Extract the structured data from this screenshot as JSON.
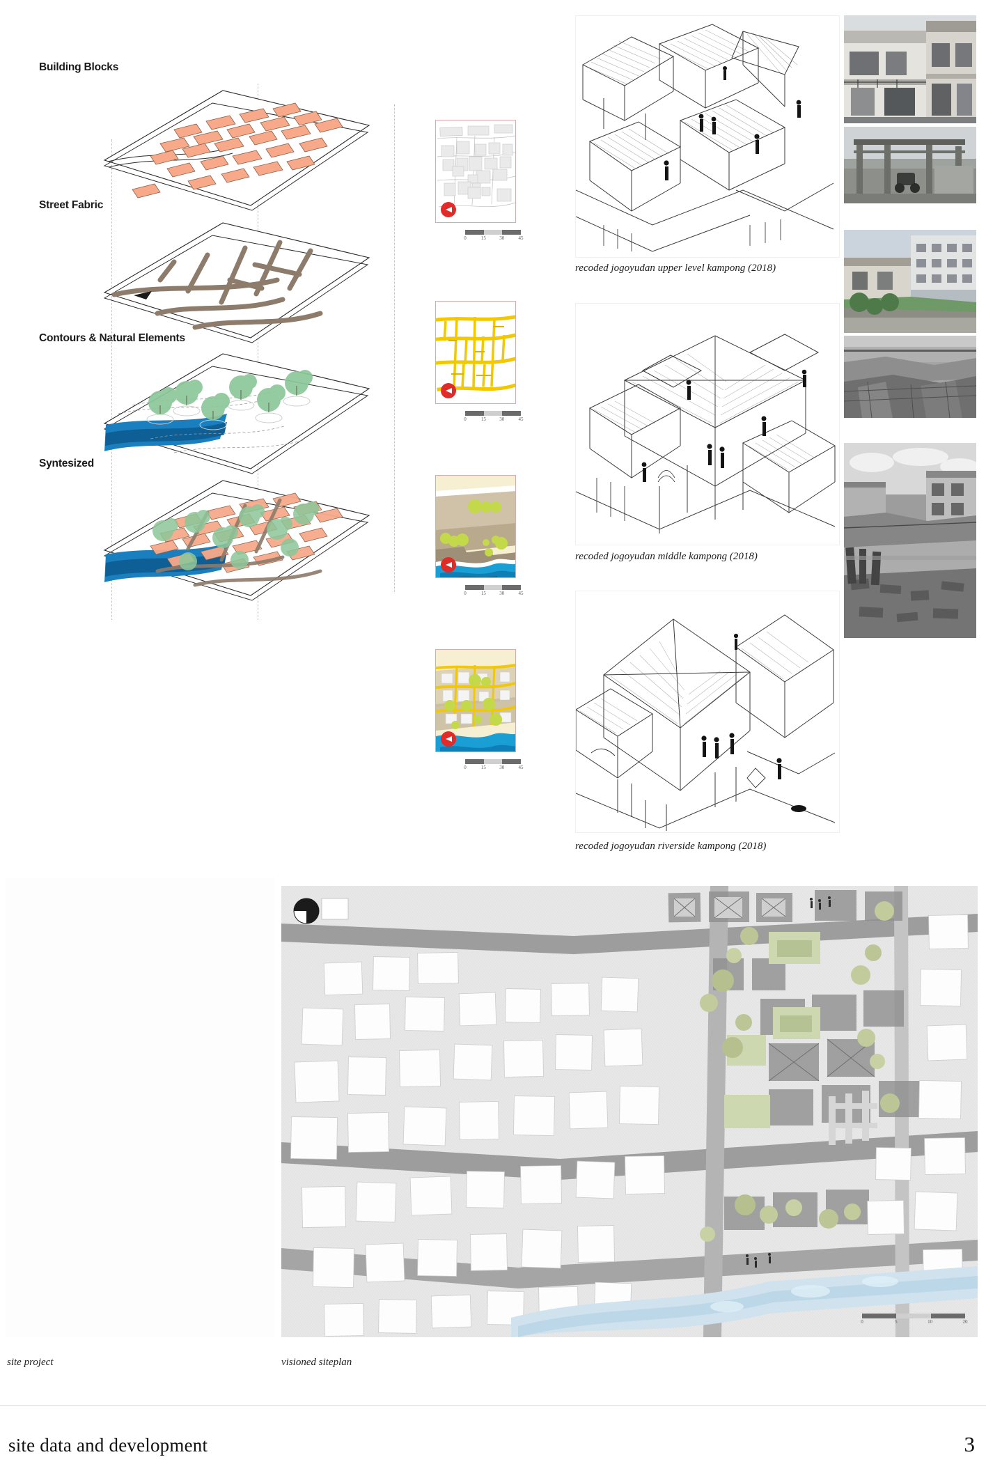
{
  "page": {
    "footer_title": "site data and development",
    "page_number": "3"
  },
  "layers": {
    "items": [
      {
        "id": "building-blocks",
        "label": "Building Blocks"
      },
      {
        "id": "street-fabric",
        "label": "Street Fabric"
      },
      {
        "id": "contours-natural",
        "label": "Contours & Natural Elements"
      },
      {
        "id": "syntesized",
        "label": "Syntesized"
      }
    ]
  },
  "map_cards": [
    {
      "id": "card-building-blocks",
      "scale": {
        "labels": [
          "0",
          "15",
          "30",
          "45"
        ],
        "unit": ""
      },
      "north_icon": "north-arrow-icon"
    },
    {
      "id": "card-street-fabric",
      "scale": {
        "labels": [
          "0",
          "15",
          "30",
          "45"
        ],
        "unit": ""
      },
      "north_icon": "north-arrow-icon"
    },
    {
      "id": "card-contours-natural",
      "scale": {
        "labels": [
          "0",
          "15",
          "30",
          "45"
        ],
        "unit": ""
      },
      "north_icon": "north-arrow-icon"
    },
    {
      "id": "card-syntesized",
      "scale": {
        "labels": [
          "0",
          "15",
          "30",
          "45"
        ],
        "unit": ""
      },
      "north_icon": "north-arrow-icon"
    }
  ],
  "sketches": [
    {
      "id": "sketch-upper",
      "caption": "recoded jogoyudan upper level kampong (2018)"
    },
    {
      "id": "sketch-middle",
      "caption": "recoded jogoyudan middle kampong (2018)"
    },
    {
      "id": "sketch-riverside",
      "caption": "recoded jogoyudan riverside kampong (2018)"
    }
  ],
  "bottom": {
    "site_project_caption": "site project",
    "siteplan_caption": "visioned siteplan",
    "siteplan_scale": {
      "labels": [
        "0",
        "5",
        "10",
        "20"
      ]
    },
    "compass_icon": "compass-icon"
  },
  "colors": {
    "block_fill": "#f7a98a",
    "street_fill": "#8d7b6b",
    "road_yellow": "#f2c800",
    "water_blue": "#1a7fbe",
    "green": "#c3d94a",
    "north_red": "#e02b28",
    "card_border": "#e0a9a9",
    "pink_guide": "#e36aa8"
  }
}
